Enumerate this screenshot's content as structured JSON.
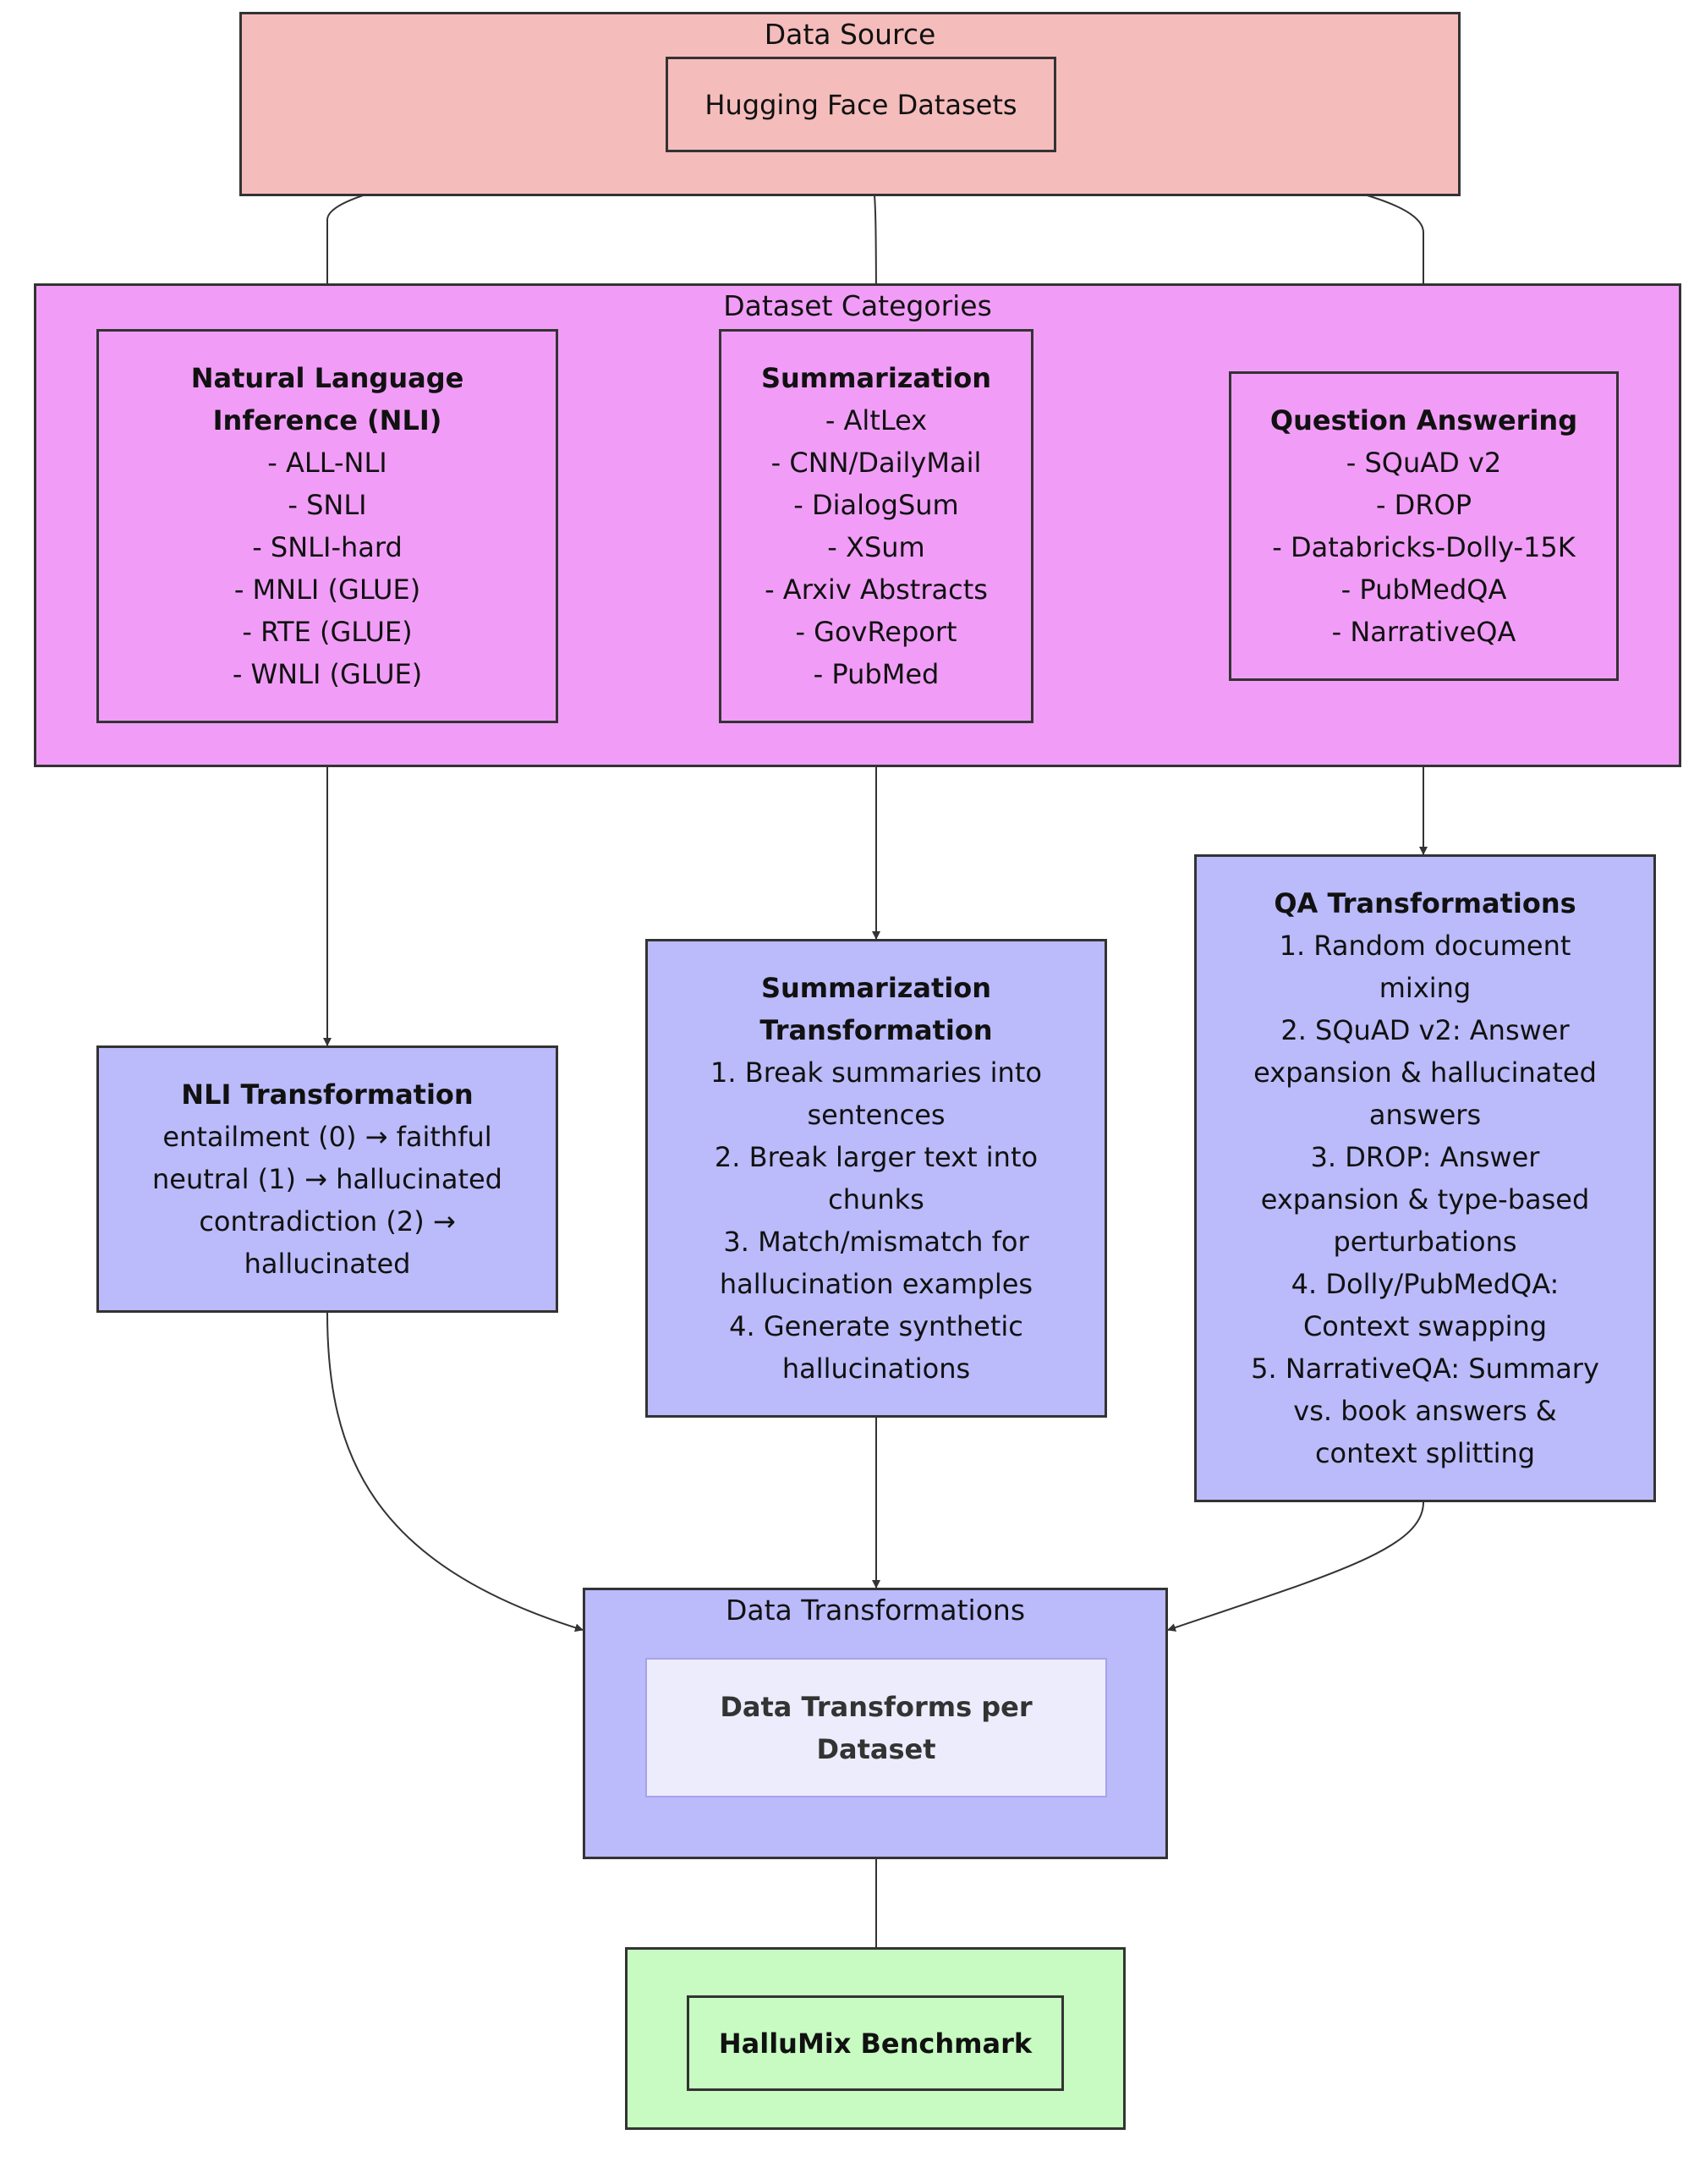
{
  "groups": {
    "source": {
      "title": "Data Source"
    },
    "categories": {
      "title": "Dataset Categories"
    },
    "transformations": {
      "title": "Data Transformations"
    },
    "output": {
      "title": ""
    }
  },
  "nodes": {
    "hf": {
      "lines": [
        "Hugging Face Datasets"
      ]
    },
    "nli": {
      "header": [
        "Natural Language",
        "Inference (NLI)"
      ],
      "items": [
        "- ALL-NLI",
        "- SNLI",
        "- SNLI-hard",
        "- MNLI (GLUE)",
        "- RTE (GLUE)",
        "- WNLI (GLUE)"
      ]
    },
    "summ": {
      "header": [
        "Summarization"
      ],
      "items": [
        "- AltLex",
        "- CNN/DailyMail",
        "- DialogSum",
        "- XSum",
        "- Arxiv Abstracts",
        "- GovReport",
        "- PubMed"
      ]
    },
    "qa": {
      "header": [
        "Question Answering"
      ],
      "items": [
        "- SQuAD v2",
        "- DROP",
        "- Databricks-Dolly-15K",
        "- PubMedQA",
        "- NarrativeQA"
      ]
    },
    "nli_t": {
      "header": [
        "NLI Transformation"
      ],
      "items": [
        "entailment (0) → faithful",
        "neutral (1) → hallucinated",
        "contradiction (2) →",
        "hallucinated"
      ]
    },
    "summ_t": {
      "header": [
        "Summarization",
        "Transformation"
      ],
      "items": [
        "1. Break summaries into",
        "sentences",
        "2. Break larger text into",
        "chunks",
        "3. Match/mismatch for",
        "hallucination examples",
        "4. Generate synthetic",
        "hallucinations"
      ]
    },
    "qa_t": {
      "header": [
        "QA Transformations"
      ],
      "items": [
        "1. Random document",
        "mixing",
        "2. SQuAD v2: Answer",
        "expansion & hallucinated",
        "answers",
        "3. DROP: Answer",
        "expansion & type-based",
        "perturbations",
        "4. Dolly/PubMedQA:",
        "Context swapping",
        "5. NarrativeQA: Summary",
        "vs. book answers &",
        "context splitting"
      ]
    },
    "dtpd": {
      "lines": [
        "Data Transforms per",
        "Dataset"
      ]
    },
    "hallumix": {
      "lines": [
        "HalluMix Benchmark"
      ]
    }
  },
  "colors": {
    "source_fill": "#f5bcbc",
    "category_fill": "#f19df7",
    "transform_fill": "#bbbafa",
    "inner_node_fill": "#ececfd",
    "output_fill": "#c7fbc2",
    "stroke": "#333333"
  }
}
